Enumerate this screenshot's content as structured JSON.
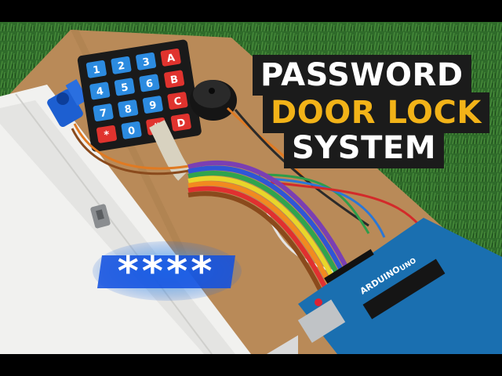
{
  "title": {
    "line1": "PASSWORD",
    "line2": "DOOR LOCK",
    "line3": "SYSTEM"
  },
  "password_badge": "****",
  "keypad": {
    "keys": [
      "1",
      "2",
      "3",
      "A",
      "4",
      "5",
      "6",
      "B",
      "7",
      "8",
      "9",
      "C",
      "*",
      "0",
      "#",
      "D"
    ]
  },
  "board": {
    "brand": "ARDUINO",
    "model": "UNO"
  },
  "colors": {
    "grass": "#2f6b2a",
    "cardboard": "#b98a58",
    "keypad": "#1a1a1a",
    "key_blue": "#2c8be0",
    "key_red": "#e0332e",
    "arduino": "#1a6fb0",
    "title_accent": "#f2b318"
  }
}
